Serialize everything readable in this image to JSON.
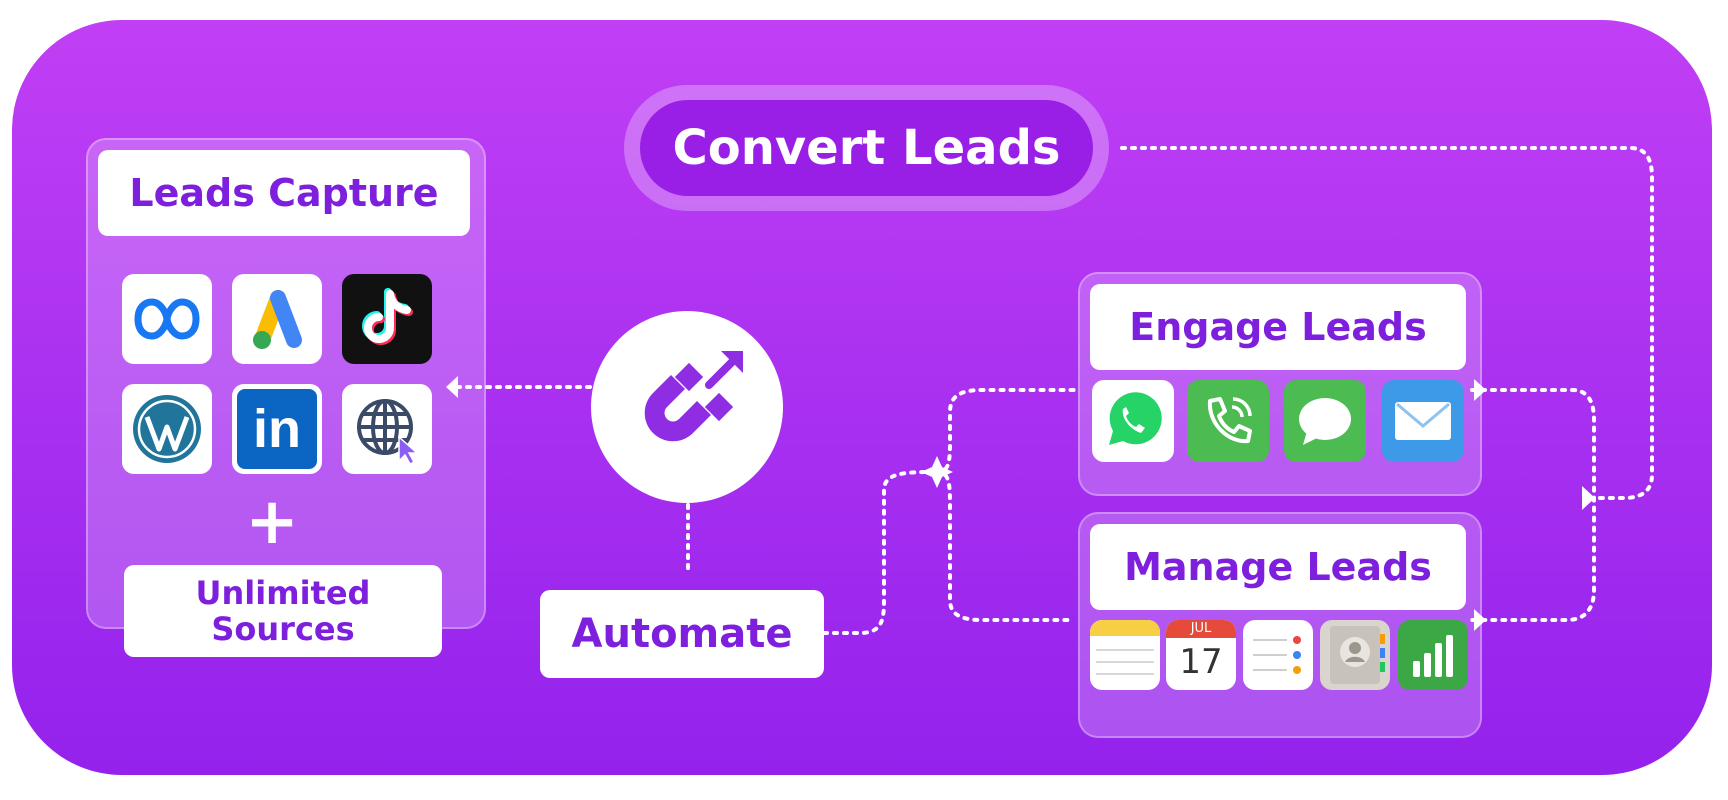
{
  "diagram": {
    "convert": {
      "label": "Convert Leads"
    },
    "capture": {
      "title": "Leads Capture",
      "sources": [
        {
          "name": "meta-icon"
        },
        {
          "name": "google-ads-icon"
        },
        {
          "name": "tiktok-icon"
        },
        {
          "name": "wordpress-icon"
        },
        {
          "name": "linkedin-icon"
        },
        {
          "name": "globe-icon"
        }
      ],
      "plus": "+",
      "footer": "Unlimited Sources"
    },
    "automate": {
      "label": "Automate",
      "icon": "magnet-icon"
    },
    "engage": {
      "title": "Engage Leads",
      "channels": [
        "whatsapp-icon",
        "phone-icon",
        "messages-icon",
        "mail-icon"
      ]
    },
    "manage": {
      "title": "Manage Leads",
      "tools": [
        "notes-icon",
        "calendar-icon",
        "reminders-icon",
        "contacts-icon",
        "numbers-icon"
      ],
      "calendar_month": "JUL",
      "calendar_day": "17"
    },
    "colors": {
      "panel_top": "#c13ff5",
      "panel_bottom": "#9422ec",
      "label_text": "#7d1fdc",
      "accent": "#9a1fe6"
    }
  }
}
